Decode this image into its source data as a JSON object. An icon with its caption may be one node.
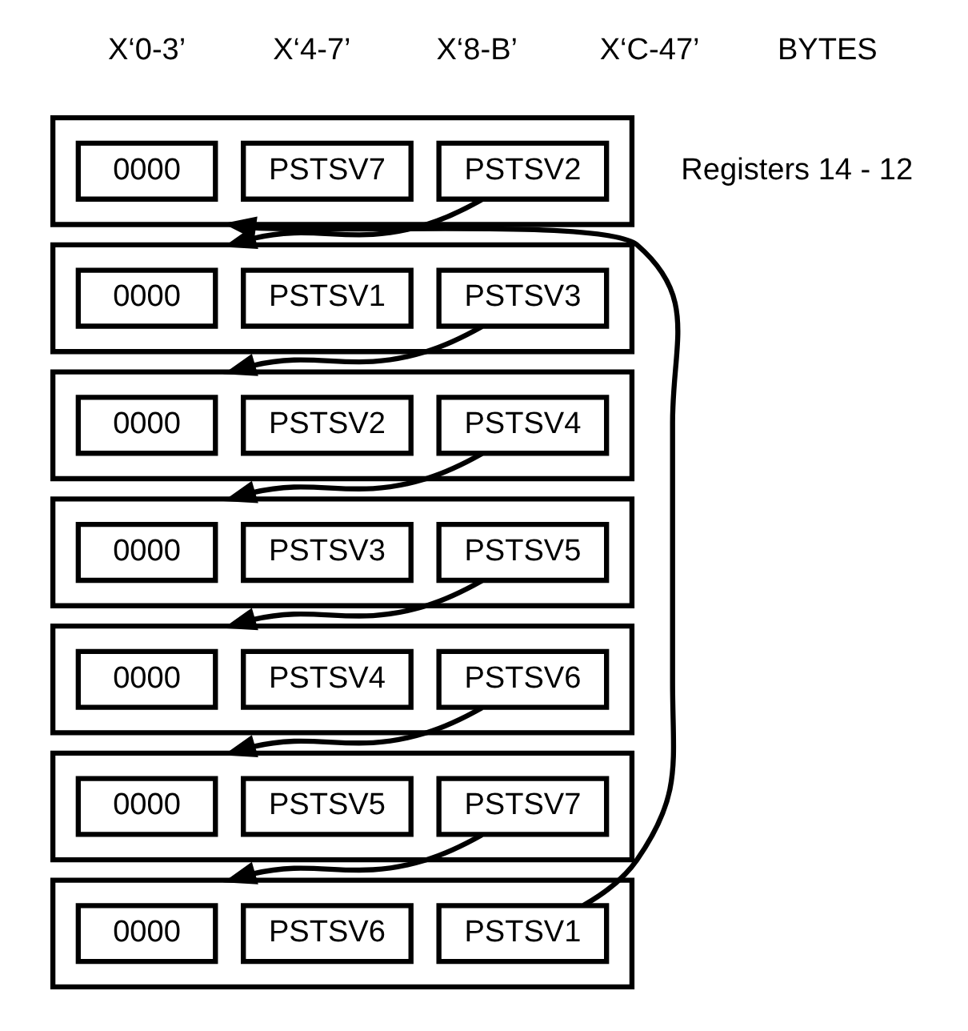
{
  "diagram": {
    "nodes": [
      {
        "text": [],
        "shape": "box"
      },
      {
        "text": [
          "0000"
        ],
        "in": 0
      },
      {
        "text": [
          "PSTSV7"
        ],
        "in": 0
      },
      {
        "text": [
          "PSTSV2"
        ],
        "in": 0
      },
      {
        "text": [],
        "shape": "box"
      },
      {
        "text": [
          "0000"
        ],
        "in": 4
      },
      {
        "text": [
          "PSTSV1"
        ],
        "in": 4
      },
      {
        "text": [
          "PSTSV3"
        ],
        "in": 4
      },
      {
        "text": [],
        "shape": "box"
      },
      {
        "text": [
          "0000"
        ],
        "in": 8
      },
      {
        "text": [
          "PSTSV2"
        ],
        "in": 8
      },
      {
        "text": [
          "PSTSV4"
        ],
        "in": 8
      },
      {
        "text": [],
        "shape": "box"
      },
      {
        "text": [
          "0000"
        ],
        "in": 12
      },
      {
        "text": [
          "PSTSV3"
        ],
        "in": 12
      },
      {
        "text": [
          "PSTSV5"
        ],
        "in": 12
      },
      {
        "text": [],
        "shape": "box"
      },
      {
        "text": [
          "0000"
        ],
        "in": 16
      },
      {
        "text": [
          "PSTSV4"
        ],
        "in": 16
      },
      {
        "text": [
          "PSTSV6"
        ],
        "in": 16
      },
      {
        "text": [],
        "shape": "box"
      },
      {
        "text": [
          "0000"
        ],
        "in": 20
      },
      {
        "text": [
          "PSTSV5"
        ],
        "in": 20
      },
      {
        "text": [
          "PSTSV7"
        ],
        "in": 20
      },
      {
        "text": [],
        "shape": "box"
      },
      {
        "text": [
          "0000"
        ],
        "in": 24
      },
      {
        "text": [
          "PSTSV6"
        ],
        "in": 24
      },
      {
        "text": [
          "PSTSV1"
        ],
        "in": 24
      }
    ],
    "edges": [
      {
        "from": 3,
        "to": 4,
        "arrow": "to"
      },
      {
        "from": 7,
        "to": 8,
        "arrow": "to"
      },
      {
        "from": 11,
        "to": 12,
        "arrow": "to"
      },
      {
        "from": 15,
        "to": 16,
        "arrow": "to"
      },
      {
        "from": 19,
        "to": 20,
        "arrow": "to"
      },
      {
        "from": 23,
        "to": 24,
        "arrow": "to"
      },
      {
        "from": 27,
        "to": 0,
        "arrow": "to"
      }
    ],
    "labels": [
      "X‘0-3’",
      "X‘4-7’",
      "X‘8-B’",
      "X‘C-47’",
      "BYTES",
      "Registers 14 - 12"
    ]
  }
}
